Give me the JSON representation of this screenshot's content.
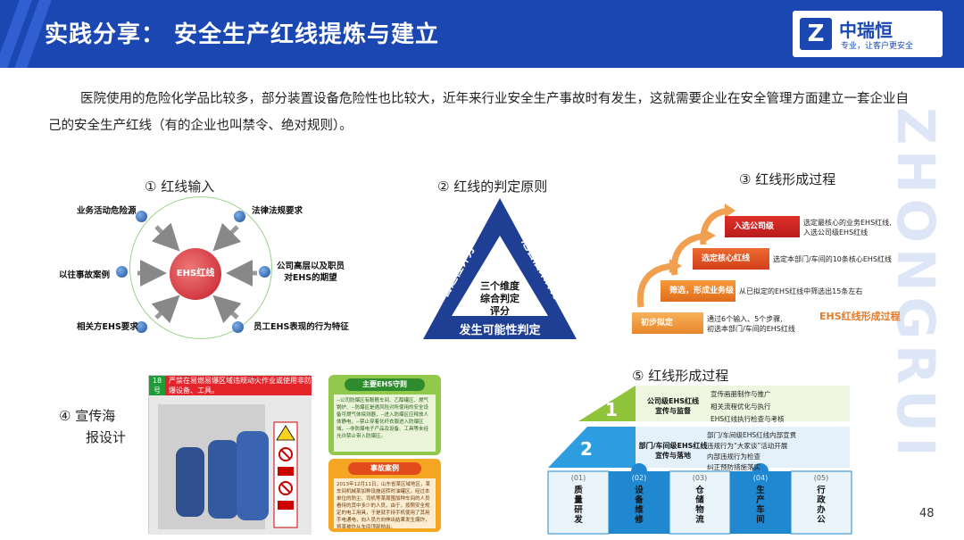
{
  "header": {
    "title": "实践分享： 安全生产红线提炼与建立",
    "logo_mark": "Z",
    "logo_name": "中瑞恒",
    "logo_slogan": "专业，让客户更安全",
    "brand_color": "#1b47b3"
  },
  "intro": "医院使用的危险化学品比较多，部分装置设备危险性也比较大，近年来行业安全生产事故时有发生，这就需要企业在安全管理方面建立一套企业自己的安全生产红线（有的企业也叫禁令、绝对规则）。",
  "watermark": "ZHONGRUI",
  "section1": {
    "title": "①   红线输入",
    "center": "EHS红线",
    "inputs": [
      "业务活动危险源",
      "法律法规要求",
      "以往事故案例",
      "公司高层以及职员对EHS的期望",
      "相关方EHS要求",
      "员工EHS表现的行为特征"
    ]
  },
  "section2": {
    "title": "②   红线的判定原则",
    "left_side": "普适性评分",
    "right_side": "危害后果评分",
    "bottom_side": "发生可能性判定",
    "center_lines": [
      "三个维度",
      "综合判定",
      "评分"
    ]
  },
  "section3": {
    "title": "③   红线形成过程",
    "steps": [
      {
        "label": "初步拟定",
        "desc_lines": [
          "通过6个输入、5个步骤,",
          "初选本部门/车间的EHS红线"
        ]
      },
      {
        "label": "筛选，形成业务级",
        "desc_lines": [
          "从已拟定的EHS红线中筛选出15条左右"
        ]
      },
      {
        "label": "选定核心红线",
        "desc_lines": [
          "选定本部门/车间的10条核心EHS红线"
        ]
      },
      {
        "label": "入选公司级",
        "desc_lines": [
          "选定最核心的业务EHS红线,",
          "入选公司级EHS红线"
        ]
      }
    ],
    "caption": "EHS红线形成过程"
  },
  "section4": {
    "label_line1": "④   宣传海",
    "label_line2": "报设计",
    "poster_num": "18号",
    "poster_head": "严禁在易燃易爆区域违规动火作业或使用非防爆设备、工具。",
    "rules_title": "主要EHS守则",
    "rules_body": "--公司防爆区有酚醛车间、乙醇罐区、燃气锅炉、--防爆区是遇风险对所使用的安全设备可燃气体探测器，--进入防爆区应释放人体静电，--禁止穿着化纤衣服进入防爆区域，--非防爆电子产品及设备、工具等未经允许禁止带入防爆区。",
    "case_title": "事故案例",
    "case_body": "2013年12月11日，山东省某区域地区，某车间机械某加种设施运转时油罐区，经过本单位的防尘、司机等某周围加种车间的人员看待的其中多少的人员，由于，按照安全规定的电工用具，于是就手持手机使用了其用手电通电，向人员方向伸出结果发生爆炸，将某被炸从车间顶部抛出。"
  },
  "section5": {
    "title": "⑤   红线形成过程",
    "tier1": {
      "num": "1",
      "head": [
        "公司级EHS红线",
        "宣传与监督"
      ],
      "items": [
        "宣传画册制作与推广",
        "相关流程优化与执行",
        "EHS红线执行检查与考核"
      ]
    },
    "tier2": {
      "num": "2",
      "head": [
        "部门/车间级EHS红线",
        "宣传与落地"
      ],
      "items": [
        "部门/车间级EHS红线内部宣贯",
        "违规行为“大家谈”活动开展",
        "内部违规行为检查",
        "纠正预防措施落实"
      ]
    },
    "depts": [
      {
        "num": "(01)",
        "name": "质量研发"
      },
      {
        "num": "(02)",
        "name": "设备维修"
      },
      {
        "num": "(03)",
        "name": "仓储物流"
      },
      {
        "num": "(04)",
        "name": "生产车间"
      },
      {
        "num": "(05)",
        "name": "行政办公"
      }
    ]
  },
  "page_number": "48"
}
